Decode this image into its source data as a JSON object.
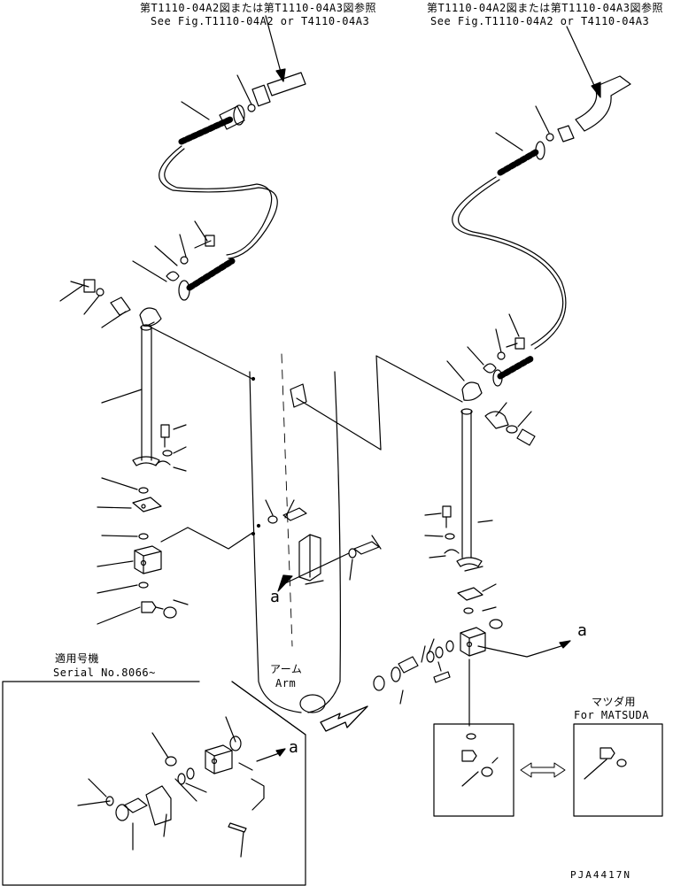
{
  "colors": {
    "ink": "#000000",
    "paper": "#ffffff"
  },
  "ref_left": {
    "jp": "第T1110-04A2図または第T1110-04A3図参照",
    "en": "See Fig.T1110-04A2 or T4110-04A3"
  },
  "ref_right": {
    "jp": "第T1110-04A2図または第T1110-04A3図参照",
    "en": "See Fig.T1110-04A2 or T4110-04A3"
  },
  "arm_label": {
    "jp": "アーム",
    "en": "Arm"
  },
  "connector_mark": "a",
  "serial_box": {
    "jp": "適用号機",
    "en": "Serial No.8066~"
  },
  "matsuda_box": {
    "jp": "マツダ用",
    "en": "For MATSUDA"
  },
  "drawing_number": "PJA4417N"
}
